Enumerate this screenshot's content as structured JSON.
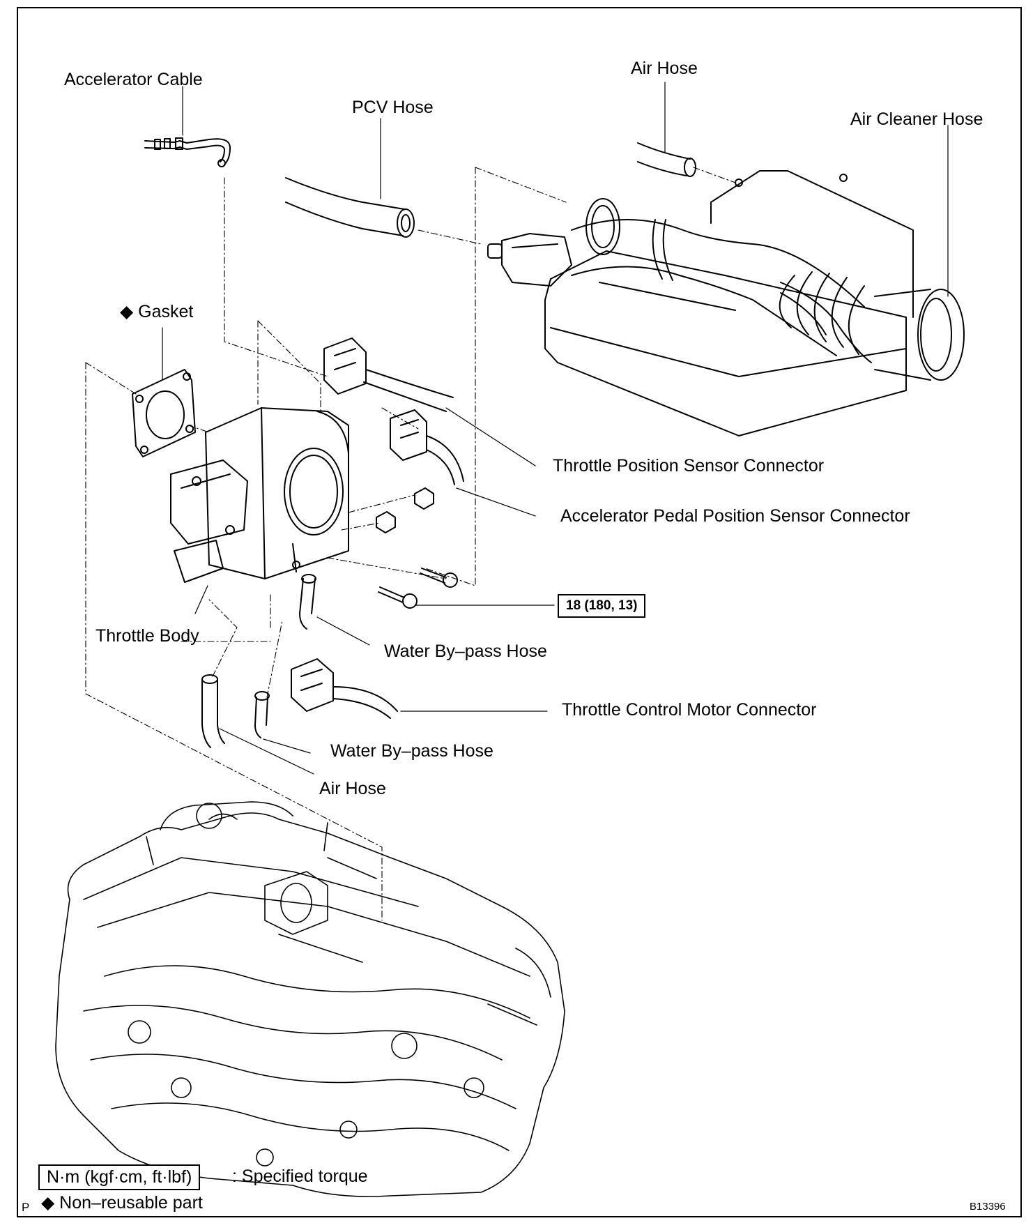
{
  "labels": {
    "accelerator_cable": "Accelerator Cable",
    "pcv_hose": "PCV Hose",
    "air_hose_top": "Air Hose",
    "air_cleaner_hose": "Air Cleaner Hose",
    "gasket": "◆ Gasket",
    "throttle_position_sensor_connector": "Throttle Position Sensor Connector",
    "accelerator_pedal_position_sensor_connector": "Accelerator Pedal Position Sensor Connector",
    "throttle_body": "Throttle Body",
    "water_bypass_hose_1": "Water By–pass Hose",
    "throttle_control_motor_connector": "Throttle Control Motor Connector",
    "water_bypass_hose_2": "Water By–pass Hose",
    "air_hose_bottom": "Air Hose"
  },
  "torque": {
    "bolt_spec": "18 (180, 13)"
  },
  "legend": {
    "torque_unit": "N·m (kgf·cm, ft·lbf)",
    "torque_desc": ": Specified torque",
    "non_reusable": "◆ Non–reusable part"
  },
  "footer": {
    "page_mark": "P",
    "figure_id": "B13396"
  }
}
